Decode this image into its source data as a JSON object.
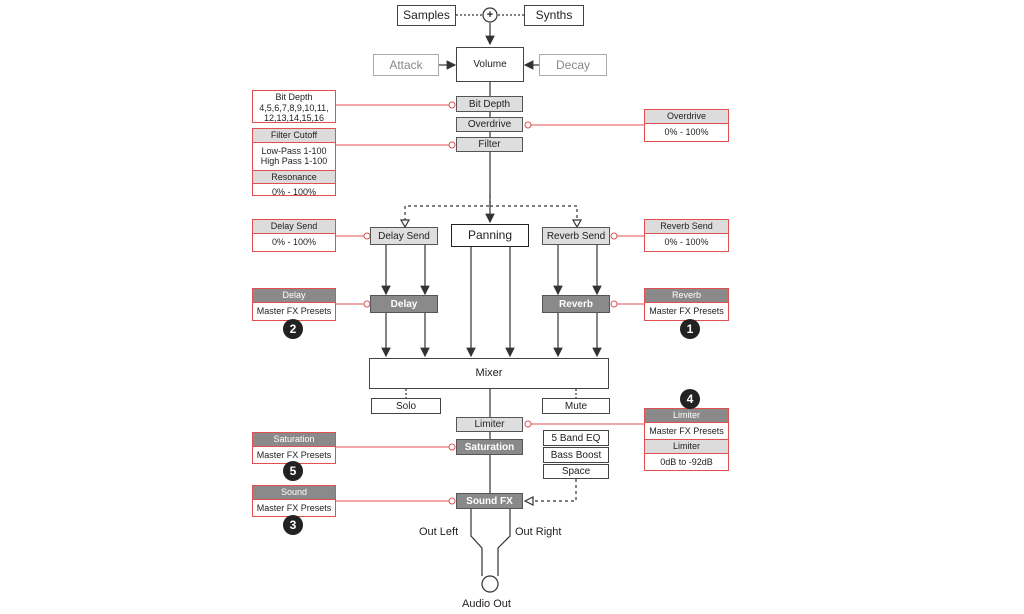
{
  "top": {
    "samples": "Samples",
    "synths": "Synths",
    "sum_symbol": "+"
  },
  "volume_row": {
    "attack": "Attack",
    "volume": "Volume",
    "decay": "Decay"
  },
  "chain": {
    "bit_depth": "Bit Depth",
    "overdrive": "Overdrive",
    "filter": "Filter"
  },
  "sends": {
    "delay_send": "Delay Send",
    "panning": "Panning",
    "reverb_send": "Reverb Send"
  },
  "fx": {
    "delay": "Delay",
    "reverb": "Reverb"
  },
  "mixer": {
    "label": "Mixer",
    "solo": "Solo",
    "mute": "Mute"
  },
  "master": {
    "limiter": "Limiter",
    "saturation": "Saturation",
    "sound_fx": "Sound FX"
  },
  "sound_fx_options": [
    "5 Band EQ",
    "Bass Boost",
    "Space"
  ],
  "outputs": {
    "out_left": "Out Left",
    "out_right": "Out Right",
    "audio_out": "Audio Out"
  },
  "panels": {
    "bit_depth": {
      "title": "Bit Depth",
      "body": "4,5,6,7,8,9,10,11,\n12,13,14,15,16"
    },
    "filter": {
      "title": "Filter Cutoff",
      "body": "Low-Pass 1-100\nHigh Pass 1-100",
      "sub_title": "Resonance",
      "sub_body": "0% - 100%"
    },
    "overdrive": {
      "title": "Overdrive",
      "body": "0% - 100%"
    },
    "delay_send": {
      "title": "Delay Send",
      "body": "0% - 100%"
    },
    "reverb_send": {
      "title": "Reverb Send",
      "body": "0% - 100%"
    },
    "delay": {
      "title": "Delay",
      "body": "Master FX Presets"
    },
    "reverb": {
      "title": "Reverb",
      "body": "Master FX Presets"
    },
    "limiter": {
      "title": "Limiter",
      "body": "Master FX Presets",
      "sub_title": "Limiter",
      "sub_body": "0dB to -92dB"
    },
    "saturation": {
      "title": "Saturation",
      "body": "Master FX Presets"
    },
    "sound": {
      "title": "Sound",
      "body": "Master FX Presets"
    }
  },
  "badges": {
    "reverb": "1",
    "delay": "2",
    "sound": "3",
    "limiter": "4",
    "saturation": "5"
  },
  "colors": {
    "accent_line": "#e05050",
    "dark_box": "#8a8a8a",
    "grey_box": "#dedede"
  }
}
